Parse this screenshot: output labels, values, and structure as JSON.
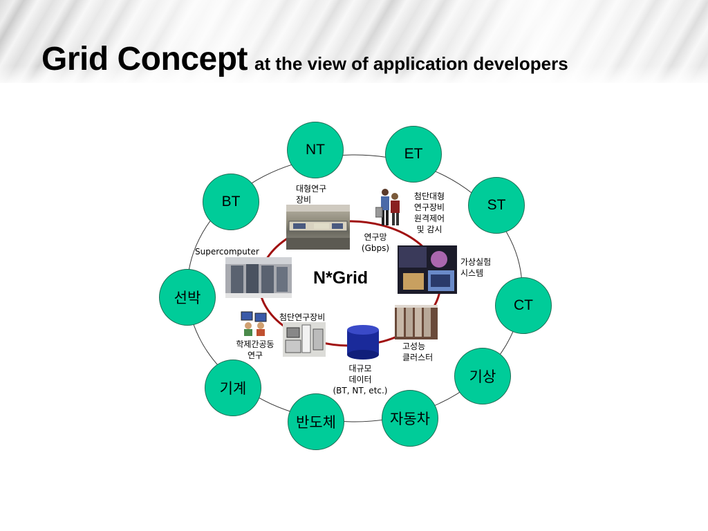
{
  "title": {
    "main": "Grid Concept",
    "sub": "at the view of application developers"
  },
  "center_label": "N*Grid",
  "nodes": [
    {
      "label": "NT"
    },
    {
      "label": "ET"
    },
    {
      "label": "BT"
    },
    {
      "label": "ST"
    },
    {
      "label": "선박"
    },
    {
      "label": "CT"
    },
    {
      "label": "기상"
    },
    {
      "label": "기계"
    },
    {
      "label": "자동차"
    },
    {
      "label": "반도체"
    }
  ],
  "resources": {
    "large_equipment": "대형연구\n장비",
    "remote_control": "첨단대형\n연구장비\n원격제어\n및 감시",
    "research_network": "연구망\n(Gbps)",
    "supercomputer": "Supercomputer",
    "virtual_lab": "가상실험\n시스템",
    "advanced_equipment": "첨단연구장비",
    "collaboration": "학제간공동\n연구",
    "cluster": "고성능\n클러스터",
    "big_data": "대규모\n데이터\n(BT, NT, etc.)"
  },
  "colors": {
    "node_fill": "#00cc99",
    "inner_ring": "#a01010",
    "outer_ring": "#333333"
  }
}
